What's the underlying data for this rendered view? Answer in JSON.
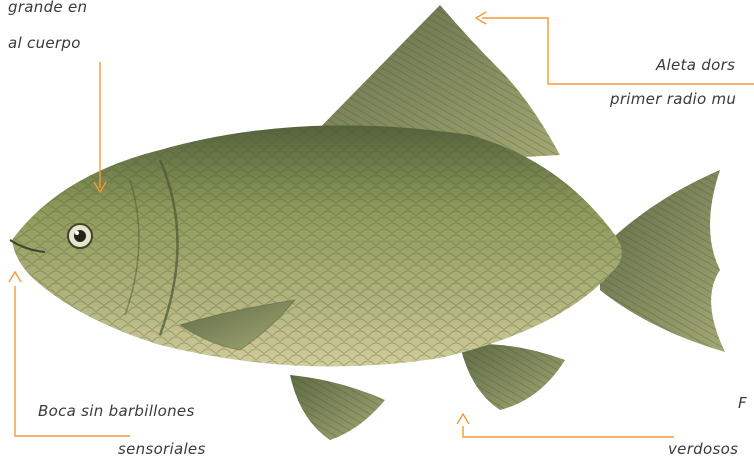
{
  "colors": {
    "annotation_line": "#f29a3a",
    "label_text": "#3a3a3a",
    "body": "#8c9a5a",
    "back": "#5d6a44",
    "belly": "#c9c795",
    "fins": "#7d8658"
  },
  "labels": {
    "body_size_line1": "grande en",
    "body_size_line2": "al cuerpo",
    "dorsal_line1": "Aleta dors",
    "dorsal_line2": "primer radio mu",
    "mouth_line1": "Boca sin barbillones",
    "mouth_line2": "sensoriales",
    "fins_line1": "F",
    "fins_line2": "verdosos"
  }
}
